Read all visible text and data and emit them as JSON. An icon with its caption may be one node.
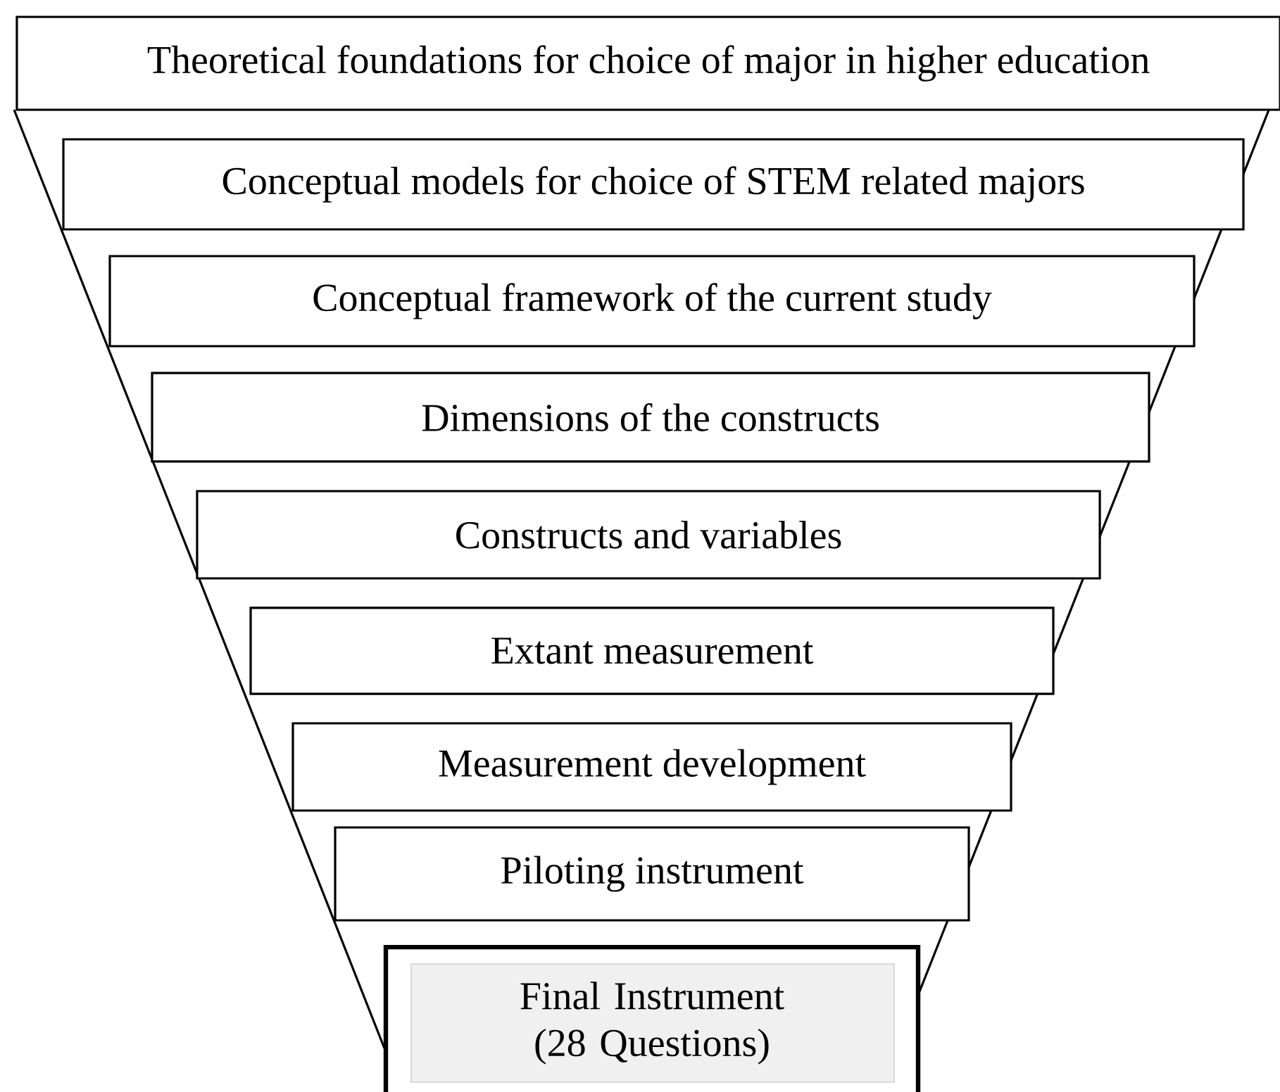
{
  "diagram": {
    "nodes": [
      {
        "text": [
          "Theoretical foundations for choice of major in higher education"
        ]
      },
      {
        "text": [
          "Conceptual models for choice of STEM related majors"
        ]
      },
      {
        "text": [
          "Conceptual framework of the current study"
        ]
      },
      {
        "text": [
          "Dimensions of the constructs"
        ]
      },
      {
        "text": [
          "Constructs and variables"
        ]
      },
      {
        "text": [
          "Extant measurement"
        ]
      },
      {
        "text": [
          "Measurement development"
        ]
      },
      {
        "text": [
          "Piloting instrument"
        ]
      },
      {
        "text": [
          "Final Instrument (28 Questions)"
        ]
      }
    ]
  }
}
